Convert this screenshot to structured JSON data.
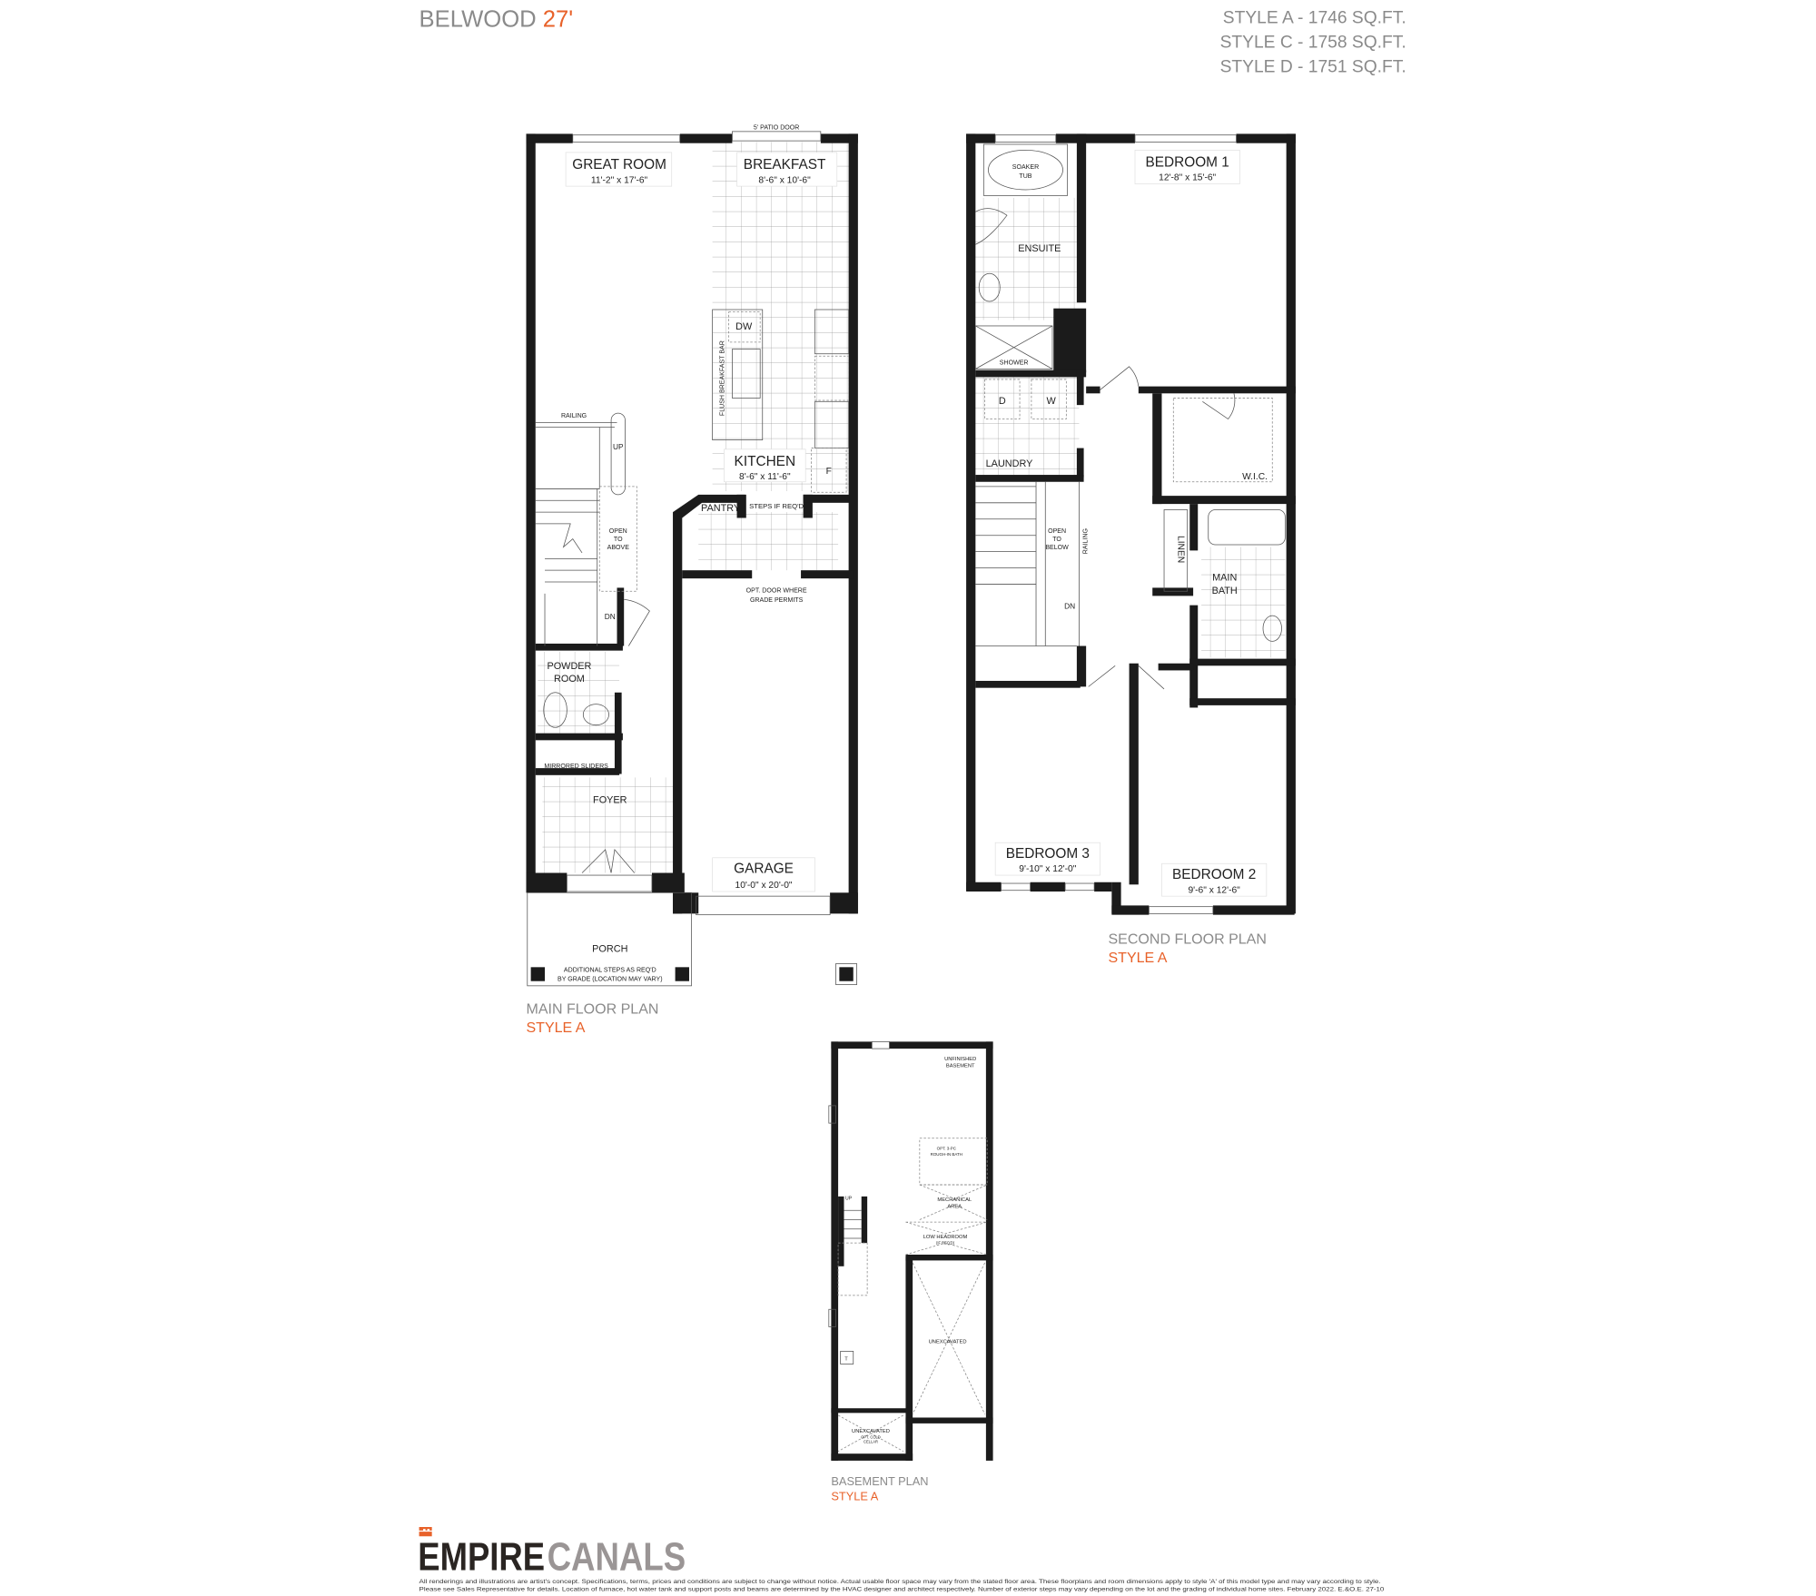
{
  "header": {
    "model": "BELWOOD",
    "lot": "27'",
    "styles": [
      "STYLE A - 1746 SQ.FT.",
      "STYLE C - 1758 SQ.FT.",
      "STYLE D - 1751 SQ.FT."
    ]
  },
  "main_floor": {
    "title": "MAIN FLOOR PLAN",
    "style": "STYLE A",
    "patio_door": "5' PATIO DOOR",
    "great_room": {
      "name": "GREAT ROOM",
      "dims": "11'-2\" x 17'-6\""
    },
    "breakfast": {
      "name": "BREAKFAST",
      "dims": "8'-6\" x 10'-6\""
    },
    "kitchen": {
      "name": "KITCHEN",
      "dims": "8'-6\" x 11'-6\""
    },
    "garage": {
      "name": "GARAGE",
      "dims": "10'-0\" x 20'-0\""
    },
    "dw": "DW",
    "fridge": "F",
    "breakfast_bar": "FLUSH BREAKFAST BAR",
    "railing": "RAILING",
    "up": "UP",
    "dn": "DN",
    "open_to_above": [
      "OPEN",
      "TO",
      "ABOVE"
    ],
    "pantry": "PANTRY",
    "steps": "STEPS IF REQ'D",
    "opt_door": [
      "OPT. DOOR WHERE",
      "GRADE PERMITS"
    ],
    "powder_room": [
      "POWDER",
      "ROOM"
    ],
    "mirrored_sliders": "MIRRORED SLIDERS",
    "foyer": "FOYER",
    "porch": "PORCH",
    "porch_note": [
      "ADDITIONAL STEPS AS REQ'D",
      "BY GRADE (LOCATION MAY VARY)"
    ]
  },
  "second_floor": {
    "title": "SECOND FLOOR PLAN",
    "style": "STYLE A",
    "bedroom1": {
      "name": "BEDROOM 1",
      "dims": "12'-8\" x 15'-6\""
    },
    "bedroom2": {
      "name": "BEDROOM 2",
      "dims": "9'-6\" x 12'-6\""
    },
    "bedroom3": {
      "name": "BEDROOM 3",
      "dims": "9'-10\" x 12'-0\""
    },
    "soaker_tub": [
      "SOAKER",
      "TUB"
    ],
    "ensuite": "ENSUITE",
    "shower": "SHOWER",
    "dryer": "D",
    "washer": "W",
    "laundry": "LAUNDRY",
    "wic": "W.I.C.",
    "linen": "LINEN",
    "open_to_below": [
      "OPEN",
      "TO",
      "BELOW"
    ],
    "railing": "RAILING",
    "main_bath": [
      "MAIN",
      "BATH"
    ],
    "dn": "DN"
  },
  "basement": {
    "title": "BASEMENT PLAN",
    "style": "STYLE A",
    "unfinished": [
      "UNFINISHED",
      "BASEMENT"
    ],
    "rough_in": [
      "OPT. 3-PC",
      "ROUGH-IN BATH"
    ],
    "mechanical": [
      "MECHANICAL",
      "AREA"
    ],
    "low_headroom": [
      "LOW HEADROOM",
      "(IF REQ'D)"
    ],
    "up": "UP",
    "tank": "T",
    "unexcavated": "UNEXCAVATED",
    "cold_cellar": [
      "UNEXCAVATED",
      "OPT. COLD",
      "CELLAR"
    ]
  },
  "brand": {
    "part1": "EMPIRE",
    "part2": "CANALS",
    "accent": "#e8622a"
  },
  "disclaimer": [
    "All renderings and illustrations are artist's concept. Specifications, terms, prices and conditions are subject to change without notice. Actual usable floor space may vary from the stated floor area. These floorplans and room dimensions apply to style 'A' of this model type and may vary according to style.",
    "Please see Sales Representative for details. Location of furnace, hot water tank and support posts and beams are determined by the HVAC designer and architect respectively. Number of exterior steps may vary depending on the lot and the grading of individual home sites. February 2022. E.&O.E. 27-10"
  ]
}
